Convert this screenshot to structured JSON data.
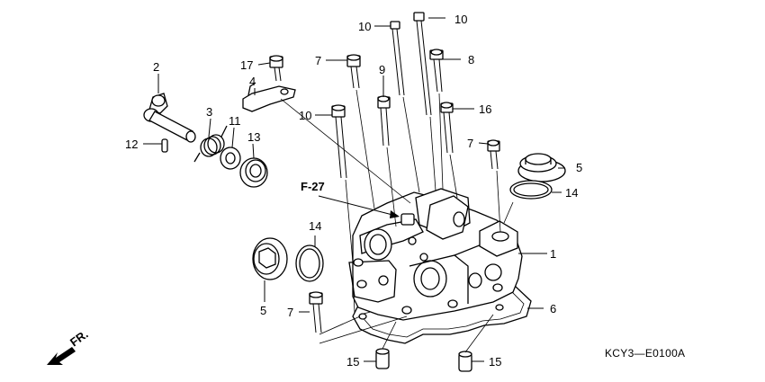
{
  "callouts": {
    "c_2": "2",
    "c_3": "3",
    "c_4": "4",
    "c_11": "11",
    "c_12": "12",
    "c_13": "13",
    "c_17": "17",
    "c_7_top": "7",
    "c_10_top_left": "10",
    "c_10_top_right": "10",
    "c_8": "8",
    "c_9": "9",
    "c_10_mid": "10",
    "c_16": "16",
    "c_7_right": "7",
    "c_5_right": "5",
    "c_14_right": "14",
    "c_1": "1",
    "c_6": "6",
    "c_14_left": "14",
    "c_5_left": "5",
    "c_7_bottom": "7",
    "c_15_left": "15",
    "c_15_right": "15"
  },
  "reference_label": "F-27",
  "front_label": "FR.",
  "drawing_code": "KCY3—E0100A"
}
